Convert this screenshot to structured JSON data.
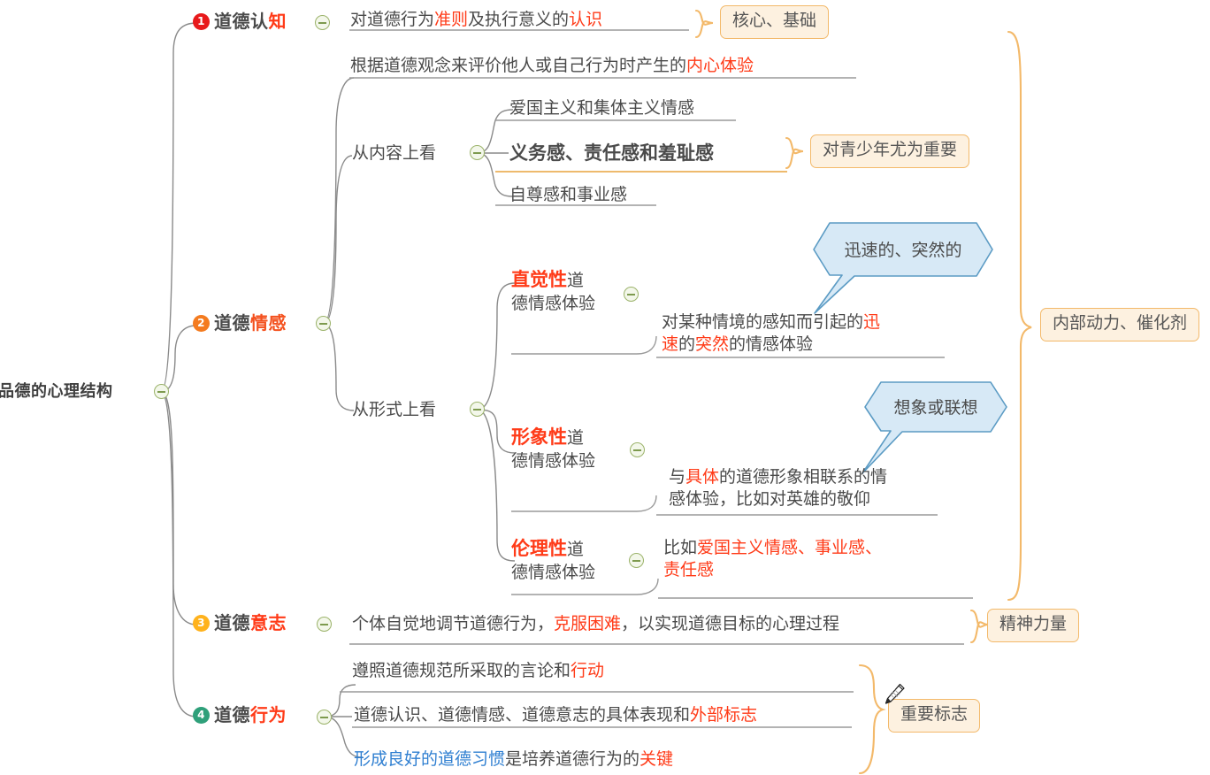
{
  "title": "品德的心理结构",
  "root": {
    "label": "品德的心理结构"
  },
  "branches": [
    {
      "index": "1",
      "badge_color": "#e8191b",
      "title_plain": "道德认",
      "title_accent": "知",
      "items": [
        {
          "parts": [
            {
              "text": "对道德行为",
              "color": "dark"
            },
            {
              "text": "准则",
              "color": "red"
            },
            {
              "text": "及执行意义的",
              "color": "dark"
            },
            {
              "text": "认识",
              "color": "red"
            }
          ]
        }
      ],
      "tag": "核心、基础"
    },
    {
      "index": "2",
      "badge_color": "#f47b1f",
      "title_plain": "道德",
      "title_accent": "情感",
      "definition": [
        {
          "text": "根据道德观念来评价他人或自己行为时产生的",
          "color": "dark"
        },
        {
          "text": "内心体验",
          "color": "red"
        }
      ],
      "groups": [
        {
          "label": "从内容上看",
          "items": [
            {
              "parts": [
                {
                  "text": "爱国主义和集体主义情感",
                  "color": "dark"
                }
              ]
            },
            {
              "parts": [
                {
                  "text": "义务感、责任感和羞耻感",
                  "color": "red"
                }
              ],
              "tag": "对青少年尤为重要"
            },
            {
              "parts": [
                {
                  "text": "自尊感和事业感",
                  "color": "dark"
                }
              ]
            }
          ]
        },
        {
          "label": "从形式上看",
          "items": [
            {
              "name_parts": [
                {
                  "text": "直觉性",
                  "color": "red"
                },
                {
                  "text": "道",
                  "color": "dark"
                },
                {
                  "text": "德情感体验",
                  "color": "dark",
                  "newline": true
                }
              ],
              "desc_parts": [
                {
                  "text": "对某种情境的感知而引起的",
                  "color": "dark"
                },
                {
                  "text": "迅",
                  "color": "red"
                },
                {
                  "text": "速",
                  "color": "red",
                  "newline": true
                },
                {
                  "text": "的",
                  "color": "dark"
                },
                {
                  "text": "突然",
                  "color": "red"
                },
                {
                  "text": "的情感体验",
                  "color": "dark"
                }
              ],
              "callout": "迅速的、突然的"
            },
            {
              "name_parts": [
                {
                  "text": "形象性",
                  "color": "red"
                },
                {
                  "text": "道",
                  "color": "dark"
                },
                {
                  "text": "德情感体验",
                  "color": "dark",
                  "newline": true
                }
              ],
              "desc_parts": [
                {
                  "text": "与",
                  "color": "dark"
                },
                {
                  "text": "具体",
                  "color": "red"
                },
                {
                  "text": "的道德形象相联系的情",
                  "color": "dark"
                },
                {
                  "text": "感体验，比如对英雄的敬仰",
                  "color": "dark",
                  "newline": true
                }
              ],
              "callout": "想象或联想"
            },
            {
              "name_parts": [
                {
                  "text": "伦理性",
                  "color": "red"
                },
                {
                  "text": "道",
                  "color": "dark"
                },
                {
                  "text": "德情感体验",
                  "color": "dark",
                  "newline": true
                }
              ],
              "desc_parts": [
                {
                  "text": "比如",
                  "color": "dark"
                },
                {
                  "text": "爱国主义情感、事业感、",
                  "color": "red"
                },
                {
                  "text": "责任感",
                  "color": "red",
                  "newline": true
                }
              ],
              "callout": null
            }
          ]
        }
      ],
      "tag": "内部动力、催化剂"
    },
    {
      "index": "3",
      "badge_color": "#ffb21c",
      "title_plain": "道德",
      "title_accent": "意志",
      "items": [
        {
          "parts": [
            {
              "text": "个体自觉地调节道德行为，",
              "color": "dark"
            },
            {
              "text": "克服困难",
              "color": "red"
            },
            {
              "text": "，以实现道德目标的心理过程",
              "color": "dark"
            }
          ]
        }
      ],
      "tag": "精神力量"
    },
    {
      "index": "4",
      "badge_color": "#2fa07a",
      "title_plain": "道德",
      "title_accent": "行为",
      "items": [
        {
          "parts": [
            {
              "text": "遵照道德规范所采取的言论和",
              "color": "dark"
            },
            {
              "text": "行动",
              "color": "red"
            }
          ]
        },
        {
          "parts": [
            {
              "text": "道德认识、道德情感、道德意志的具体表现和",
              "color": "dark"
            },
            {
              "text": "外部标志",
              "color": "red"
            }
          ]
        },
        {
          "parts": [
            {
              "text": "形成良好的道德习惯",
              "color": "blue"
            },
            {
              "text": "是培养道德行为的",
              "color": "dark"
            },
            {
              "text": "关键",
              "color": "red"
            }
          ]
        }
      ],
      "tag": "重要标志"
    }
  ],
  "text_nodes": {
    "root": "品德的心理结构",
    "b1_title_plain": "道德认",
    "b1_title_accent": "知",
    "b1_item1_a": "对道德行为",
    "b1_item1_b": "准则",
    "b1_item1_c": "及执行意义的",
    "b1_item1_d": "认识",
    "b1_tag": "核心、基础",
    "b2_title_plain": "道德",
    "b2_title_accent": "情感",
    "b2_def_a": "根据道德观念来评价他人或自己行为时产生的",
    "b2_def_b": "内心体验",
    "g1_label": "从内容上看",
    "g1_i1": "爱国主义和集体主义情感",
    "g1_i2": "义务感、责任感和羞耻感",
    "g1_i2_tag": "对青少年尤为重要",
    "g1_i3": "自尊感和事业感",
    "g2_label": "从形式上看",
    "f1_name_a": "直觉性",
    "f1_name_b": "道",
    "f1_name_c": "德情感体验",
    "f1_desc_a": "对某种情境的感知而引起的",
    "f1_desc_b": "迅",
    "f1_desc_c": "速",
    "f1_desc_d": "的",
    "f1_desc_e": "突然",
    "f1_desc_f": "的情感体验",
    "f1_callout": "迅速的、突然的",
    "f2_name_a": "形象性",
    "f2_name_b": "道",
    "f2_name_c": "德情感体验",
    "f2_desc_a": "与",
    "f2_desc_b": "具体",
    "f2_desc_c": "的道德形象相联系的情",
    "f2_desc_d": "感体验，比如对英雄的敬仰",
    "f2_callout": "想象或联想",
    "f3_name_a": "伦理性",
    "f3_name_b": "道",
    "f3_name_c": "德情感体验",
    "f3_desc_a": "比如",
    "f3_desc_b": "爱国主义情感、事业感、",
    "f3_desc_c": "责任感",
    "b2_tag": "内部动力、催化剂",
    "b3_title_plain": "道德",
    "b3_title_accent": "意志",
    "b3_item_a": "个体自觉地调节道德行为，",
    "b3_item_b": "克服困难",
    "b3_item_c": "，以实现道德目标的心理过程",
    "b3_tag": "精神力量",
    "b4_title_plain": "道德",
    "b4_title_accent": "行为",
    "b4_i1_a": "遵照道德规范所采取的言论和",
    "b4_i1_b": "行动",
    "b4_i2_a": "道德认识、道德情感、道德意志的具体表现和",
    "b4_i2_b": "外部标志",
    "b4_i3_a": "形成良好的道德习惯",
    "b4_i3_b": "是培养道德行为的",
    "b4_i3_c": "关键",
    "b4_tag": "重要标志",
    "badge1": "1",
    "badge2": "2",
    "badge3": "3",
    "badge4": "4"
  },
  "colors": {
    "accent_red": "#ff3b18",
    "accent_blue": "#2f7fd1",
    "text": "#4a4a4a",
    "branch_line": "#8a8a8a",
    "tag_border": "#f3b96a",
    "tag_fill": "#fdf1e0",
    "callout_fill": "#d6e9f6",
    "callout_border": "#5b9bc4",
    "toggle_border": "#9bb36a"
  }
}
